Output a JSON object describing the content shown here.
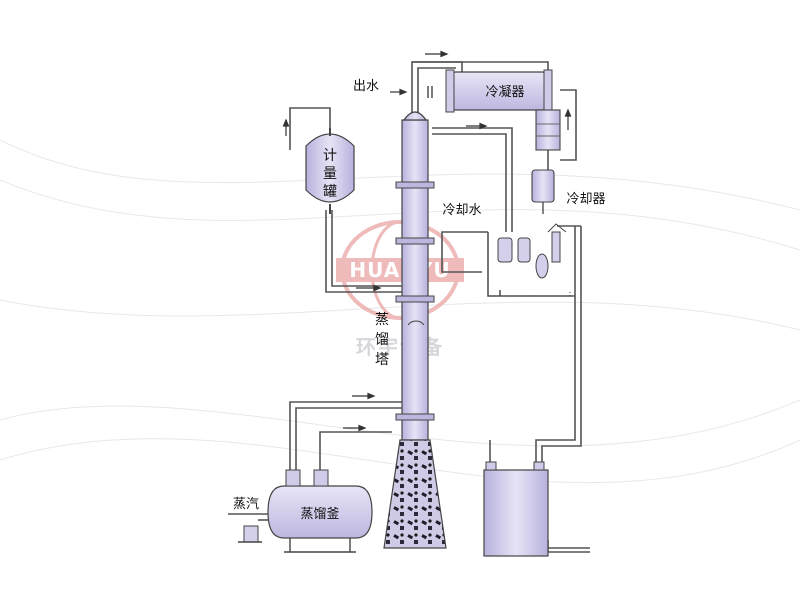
{
  "labels": {
    "outlet_water": "出水",
    "condenser": "冷凝器",
    "metering_tank": [
      "计",
      "量",
      "罐"
    ],
    "cooling_water": "冷却水",
    "cooler": "冷却器",
    "column": [
      "蒸",
      "馏",
      "塔"
    ],
    "steam": "蒸汽",
    "still": "蒸馏釜"
  },
  "watermark": {
    "latin": "HUANYU",
    "chinese": "环宇设备"
  },
  "colors": {
    "equipment_fill": "#d4d0ec",
    "pipe": "#555555",
    "watermark_red": "#e9a3a3"
  }
}
